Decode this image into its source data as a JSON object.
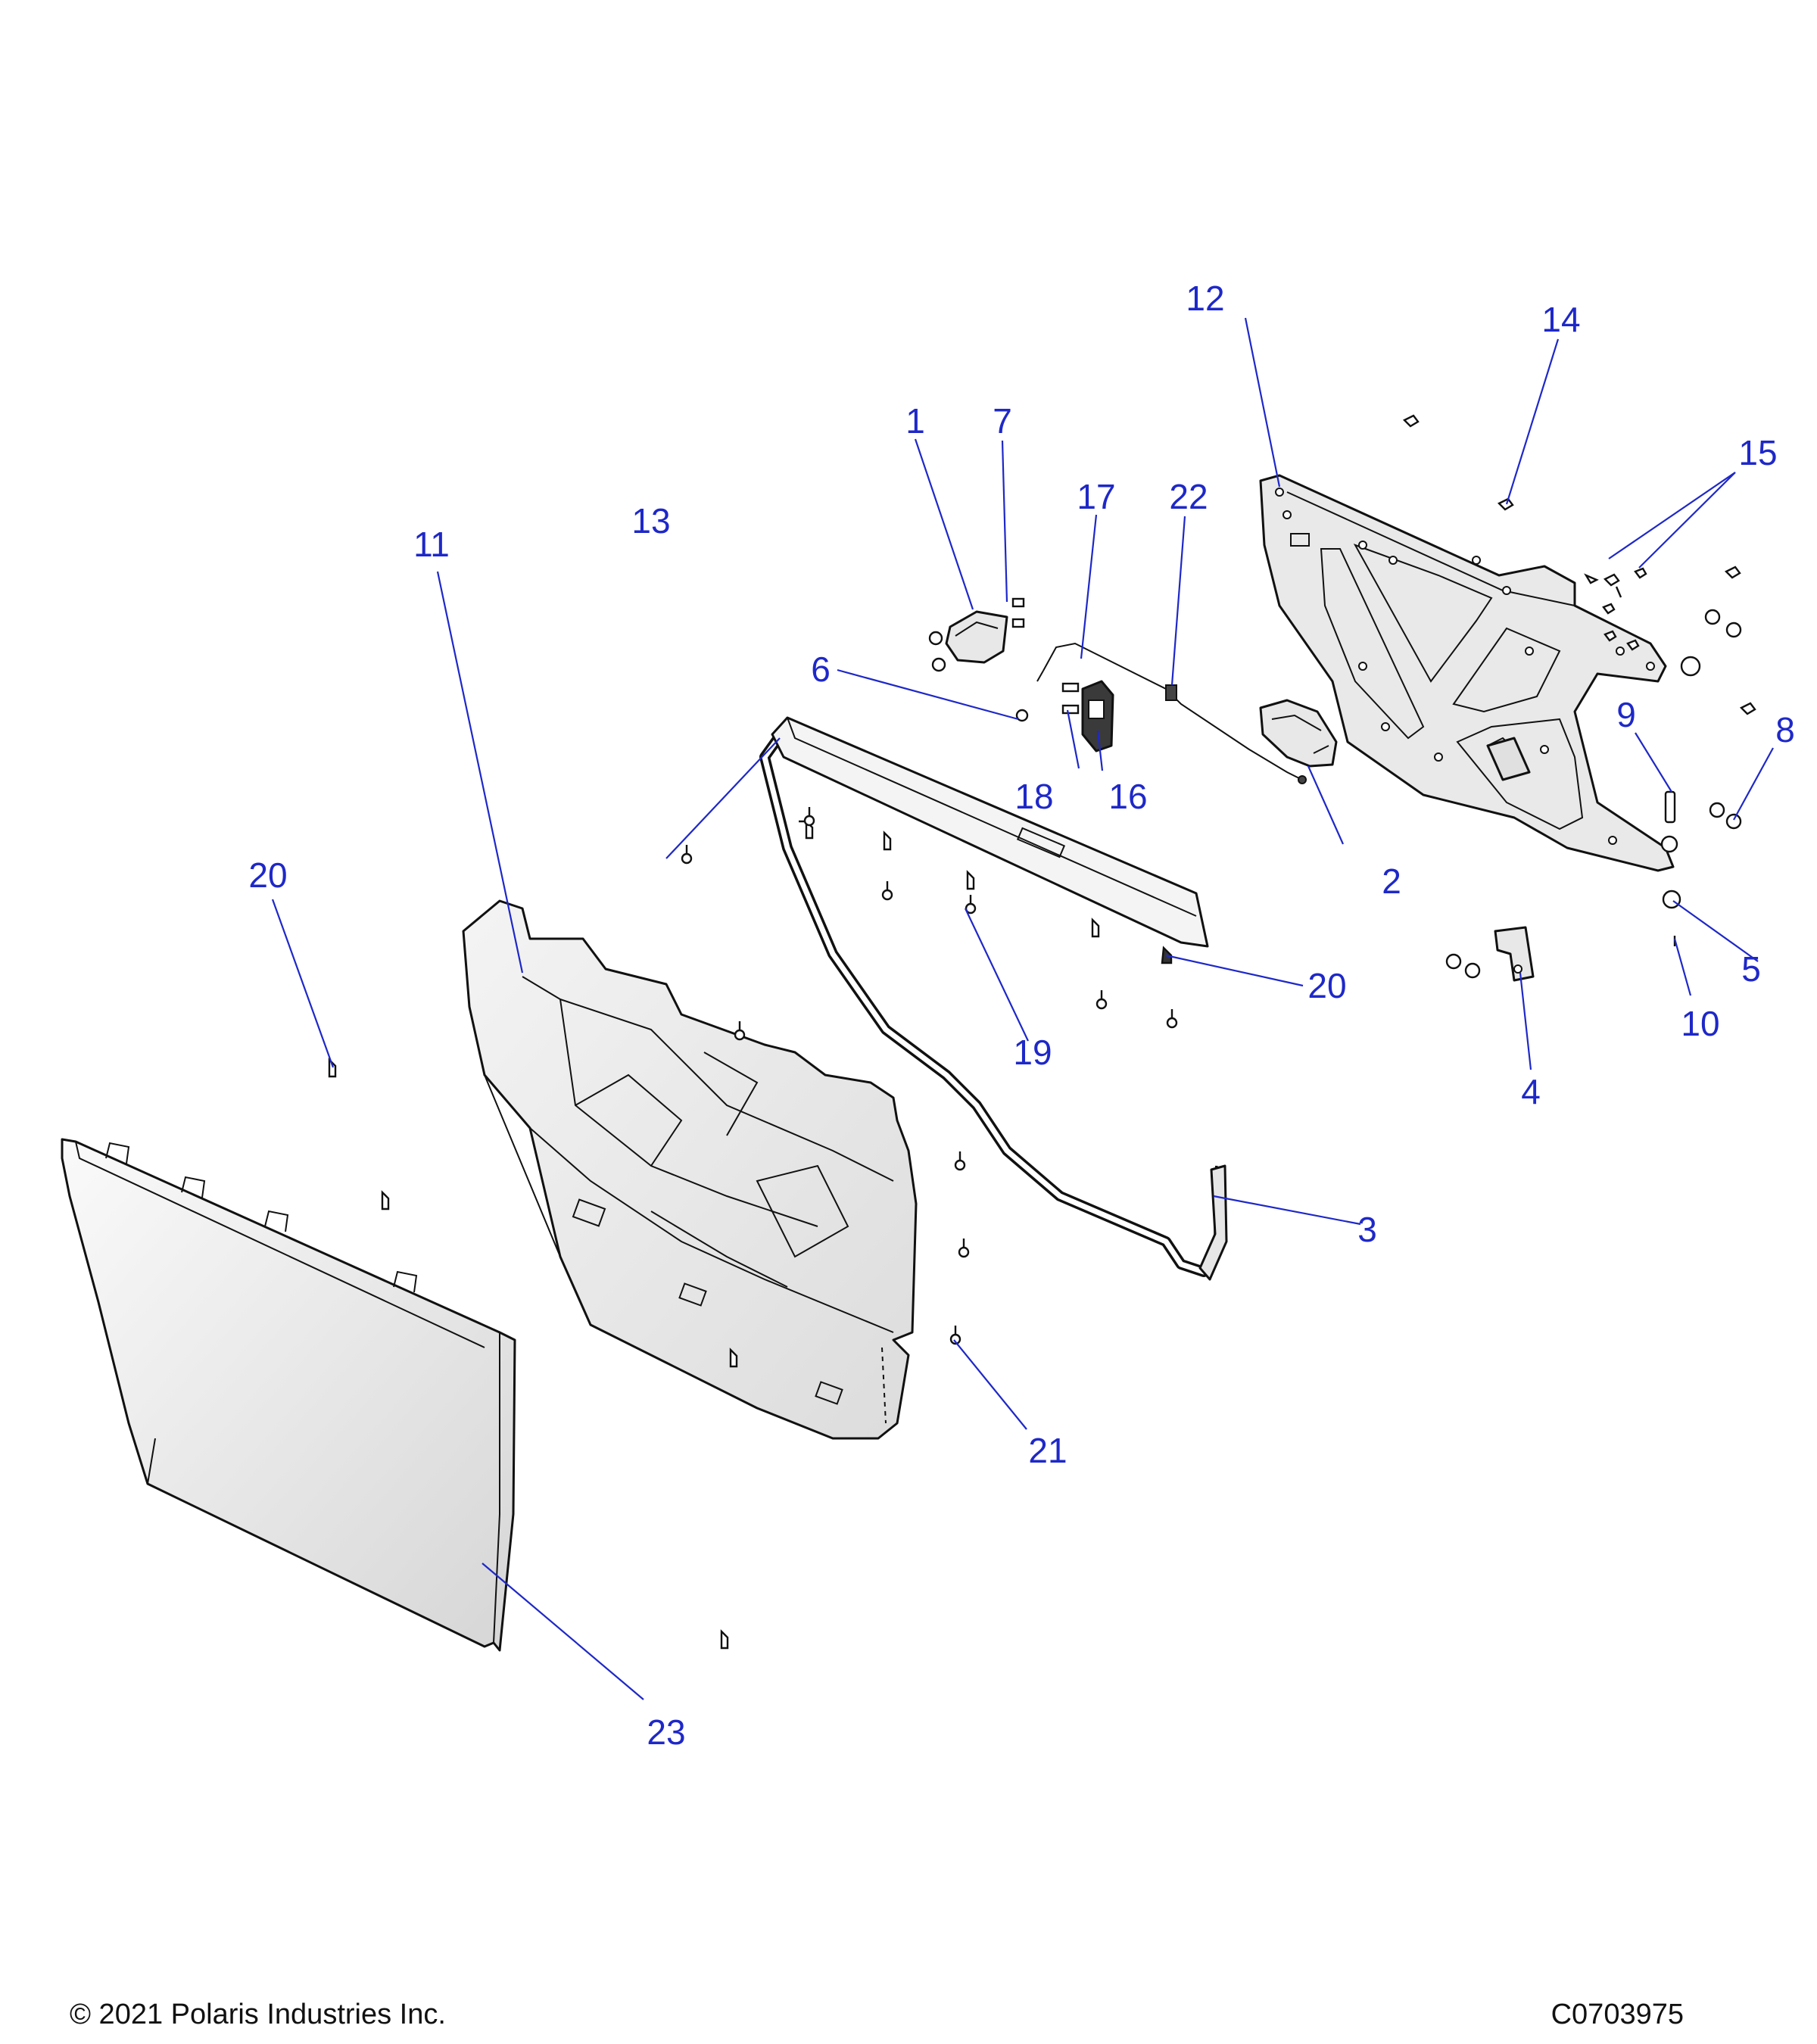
{
  "callouts": {
    "c1": "1",
    "c2": "2",
    "c3": "3",
    "c4": "4",
    "c5": "5",
    "c6": "6",
    "c7": "7",
    "c8": "8",
    "c9": "9",
    "c10": "10",
    "c11": "11",
    "c12": "12",
    "c13": "13",
    "c14": "14",
    "c15": "15",
    "c16": "16",
    "c17": "17",
    "c18": "18",
    "c19": "19",
    "c20a": "20",
    "c20b": "20",
    "c21": "21",
    "c22": "22",
    "c23": "23"
  },
  "footer": {
    "copyright": "© 2021 Polaris Industries Inc.",
    "drawing_number": "C0703975"
  },
  "colors": {
    "callout": "#1e28c8",
    "part_fill": "#f2f2f2",
    "part_shade": "#d9d9d9",
    "outline": "#111111"
  }
}
